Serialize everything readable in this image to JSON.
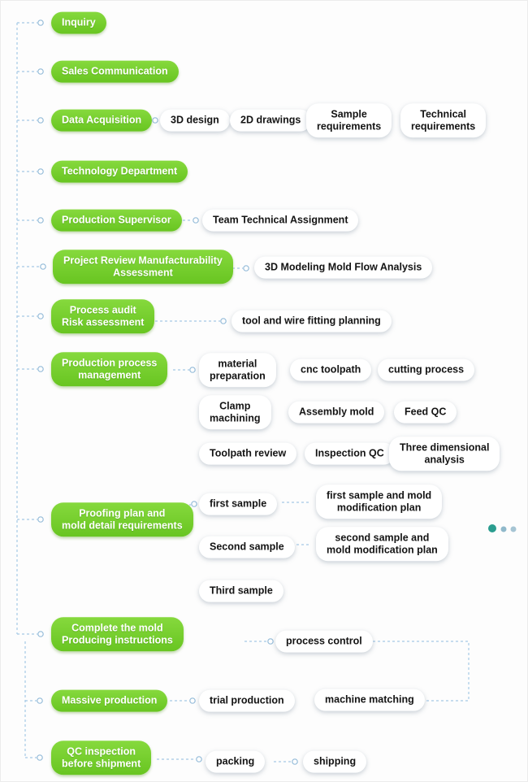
{
  "colors": {
    "stage_green": "#74cf2a",
    "stage_green_light": "#86d93d",
    "item_background": "#ffffff",
    "item_text": "#141414",
    "connector_line": "#a6c9e6",
    "dot_teal": "#2a9d8f",
    "dot_light_1": "#90b9cb",
    "dot_light_2": "#a6c5d4"
  },
  "flow": {
    "stages": [
      {
        "label": "Inquiry",
        "items": []
      },
      {
        "label": "Sales Communication",
        "items": []
      },
      {
        "label": "Data Acquisition",
        "items": [
          "3D design",
          "2D drawings",
          "Sample\nrequirements",
          "Technical\nrequirements"
        ]
      },
      {
        "label": "Technology Department",
        "items": []
      },
      {
        "label": "Production Supervisor",
        "items": [
          "Team Technical Assignment"
        ]
      },
      {
        "label": "Project Review Manufacturability\nAssessment",
        "items": [
          "3D Modeling Mold Flow Analysis"
        ]
      },
      {
        "label": "Process audit\nRisk assessment",
        "items": [
          "tool and wire fitting planning"
        ]
      },
      {
        "label": "Production process\nmanagement",
        "items": [
          "material\npreparation",
          "cnc toolpath",
          "cutting process",
          "Clamp\nmachining",
          "Assembly mold",
          "Feed QC",
          "Toolpath review",
          "Inspection QC",
          "Three dimensional\nanalysis"
        ]
      },
      {
        "label": "Proofing plan and\nmold detail requirements",
        "items": [
          "first sample",
          "first sample and mold\nmodification plan",
          "Second sample",
          "second sample and\nmold modification plan",
          "Third sample"
        ]
      },
      {
        "label": "Complete the mold\nProducing instructions",
        "items": [
          "process control"
        ]
      },
      {
        "label": "Massive production",
        "items": [
          "trial production",
          "machine matching"
        ]
      },
      {
        "label": "QC inspection\nbefore shipment",
        "items": [
          "packing",
          "shipping"
        ]
      }
    ]
  }
}
